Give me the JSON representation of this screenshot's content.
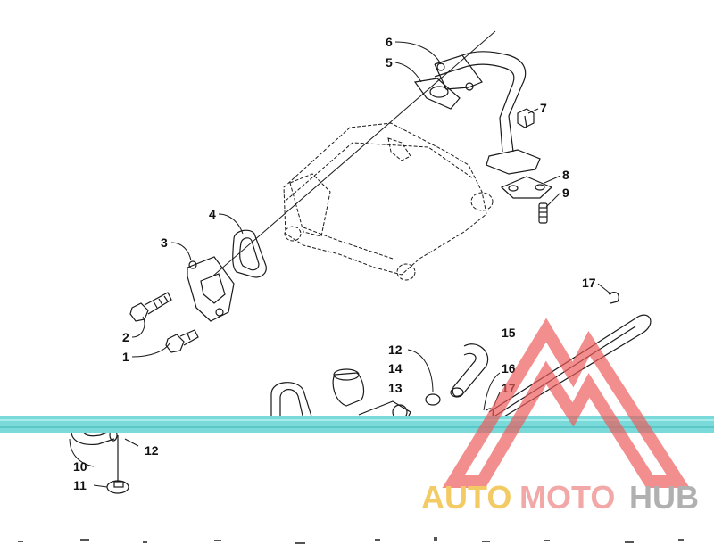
{
  "colors": {
    "line": "#1a1a1a",
    "band": "#7ad9d9",
    "watermark_red": "#ee5a5a",
    "watermark_yellow": "#f2c24a",
    "watermark_gray": "#a3a3a3"
  },
  "labels": {
    "l1": "1",
    "l2": "2",
    "l3": "3",
    "l4": "4",
    "l5": "5",
    "l6": "6",
    "l7": "7",
    "l8": "8",
    "l9": "9",
    "l10": "10",
    "l11": "11",
    "l12a": "12",
    "l12b": "12",
    "l13": "13",
    "l14": "14",
    "l15": "15",
    "l16": "16",
    "l17a": "17",
    "l17b": "17"
  },
  "watermark": {
    "auto": "AUTO",
    "moto": "MOTO",
    "hub": "HUB"
  }
}
